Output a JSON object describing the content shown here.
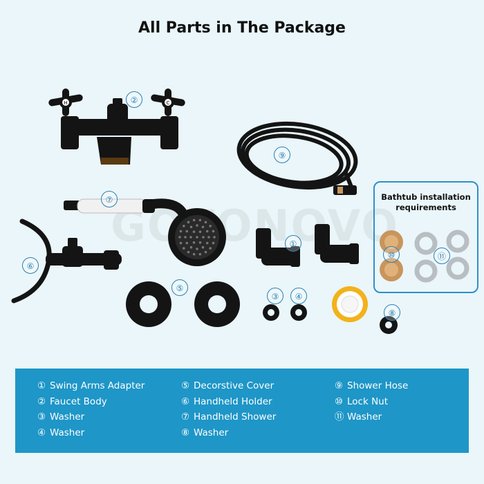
{
  "title": "All Parts in The Package",
  "watermark": "GOTONOVO",
  "callouts": {
    "c1": "①",
    "c2": "②",
    "c3": "③",
    "c4": "④",
    "c5": "⑤",
    "c6": "⑥",
    "c7": "⑦",
    "c8": "⑧",
    "c9": "⑨",
    "c10": "⑩",
    "c11": "⑪"
  },
  "tap_labels": {
    "hot": "H",
    "cold": "C"
  },
  "bathtub_box": {
    "title_line1": "Bathtub installation",
    "title_line2": "requirements"
  },
  "legend": {
    "col1": [
      {
        "num": "①",
        "label": "Swing Arms Adapter"
      },
      {
        "num": "②",
        "label": "Faucet Body"
      },
      {
        "num": "③",
        "label": "Washer"
      },
      {
        "num": "④",
        "label": "Washer"
      }
    ],
    "col2": [
      {
        "num": "⑤",
        "label": "Decorstive Cover"
      },
      {
        "num": "⑥",
        "label": "Handheld Holder"
      },
      {
        "num": "⑦",
        "label": "Handheld Shower"
      },
      {
        "num": "⑧",
        "label": "Washer"
      }
    ],
    "col3": [
      {
        "num": "⑨",
        "label": "Shower Hose"
      },
      {
        "num": "⑩",
        "label": "Lock Nut"
      },
      {
        "num": "⑪",
        "label": "Washer"
      }
    ]
  },
  "colors": {
    "panel": "#1e96c7",
    "callout": "#2a7fb3",
    "part": "#141414",
    "brass": "#c8955c",
    "tape": "#f2b21b"
  }
}
